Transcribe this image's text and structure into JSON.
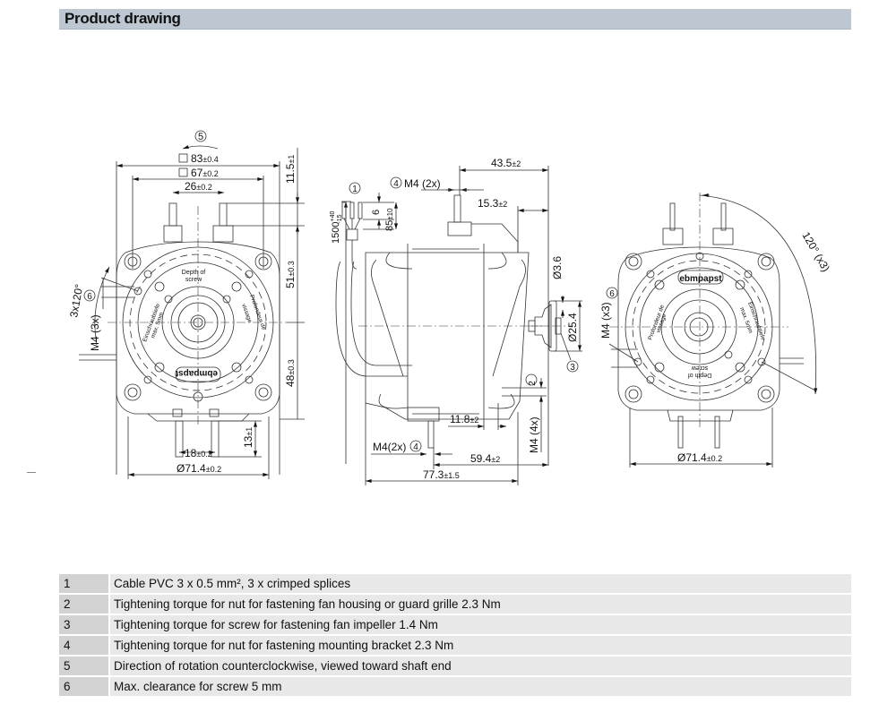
{
  "header": {
    "title": "Product drawing"
  },
  "drawing": {
    "front_view": {
      "rotation_callout": "5",
      "dim_83": "83",
      "dim_83_tol": "±0.4",
      "dim_67": "67",
      "dim_67_tol": "±0.2",
      "dim_26": "26",
      "dim_26_tol": "±0.2",
      "dim_11_5": "11.5",
      "dim_11_5_tol": "±1",
      "dim_51": "51",
      "dim_51_tol": "±0.3",
      "dim_48": "48",
      "dim_48_tol": "±0.3",
      "dim_13": "13",
      "dim_13_tol": "±1",
      "dim_18": "18",
      "dim_18_tol": "±0.2",
      "dim_dia": "Ø71.4",
      "dim_dia_tol": "±0.2",
      "angle": "3x120°",
      "callout_6": "6",
      "thread": "M4 (3x)",
      "label_depth": "Depth of",
      "label_screw": "screw",
      "label_de1": "Einschraubtiefe",
      "label_de2": "max. 5mm",
      "label_fr1": "Profondeur de",
      "label_fr2": "vissage",
      "brand": "ebmpapst"
    },
    "side_view": {
      "callout_1": "1",
      "callout_4": "4",
      "thread_top": "M4 (2x)",
      "cable_len": "1500",
      "cable_tol_plus": "+40",
      "cable_tol_minus": "-15",
      "dim_6": "6",
      "dim_85": "85",
      "dim_85_tol": "±10",
      "dim_43_5": "43.5",
      "dim_43_5_tol": "±2",
      "dim_15_3": "15.3",
      "dim_15_3_tol": "±2",
      "dim_3_6": "Ø3.6",
      "dim_25_4": "Ø25.4",
      "callout_3": "3",
      "callout_2": "2",
      "thread_side": "M4 (4x)",
      "dim_11_8": "11.8",
      "dim_11_8_tol": "±2",
      "thread_bottom": "M4(2x)",
      "callout_4b": "4",
      "dim_59_4": "59.4",
      "dim_59_4_tol": "±2",
      "dim_77_3": "77.3",
      "dim_77_3_tol": "±1.5"
    },
    "rear_view": {
      "angle": "120° (x3)",
      "thread": "M4 (x3)",
      "callout_6": "6",
      "brand": "ebmpapst",
      "dim_dia": "Ø71.4",
      "dim_dia_tol": "±0.2",
      "label_depth": "Depth of",
      "label_screw": "screw",
      "label_de1": "Einschraubtiefe",
      "label_de2": "max. 5mm",
      "label_fr1": "Profondeur de",
      "label_fr2": "vissage"
    }
  },
  "legend": [
    {
      "num": "1",
      "text": "Cable PVC 3 x 0.5 mm², 3 x crimped splices"
    },
    {
      "num": "2",
      "text": "Tightening torque for nut for fastening fan housing or guard grille 2.3 Nm"
    },
    {
      "num": "3",
      "text": "Tightening torque for screw for fastening fan impeller 1.4 Nm"
    },
    {
      "num": "4",
      "text": "Tightening torque for nut for fastening mounting bracket 2.3 Nm"
    },
    {
      "num": "5",
      "text": "Direction of rotation counterclockwise, viewed toward shaft end"
    },
    {
      "num": "6",
      "text": "Max. clearance for screw 5 mm"
    }
  ]
}
